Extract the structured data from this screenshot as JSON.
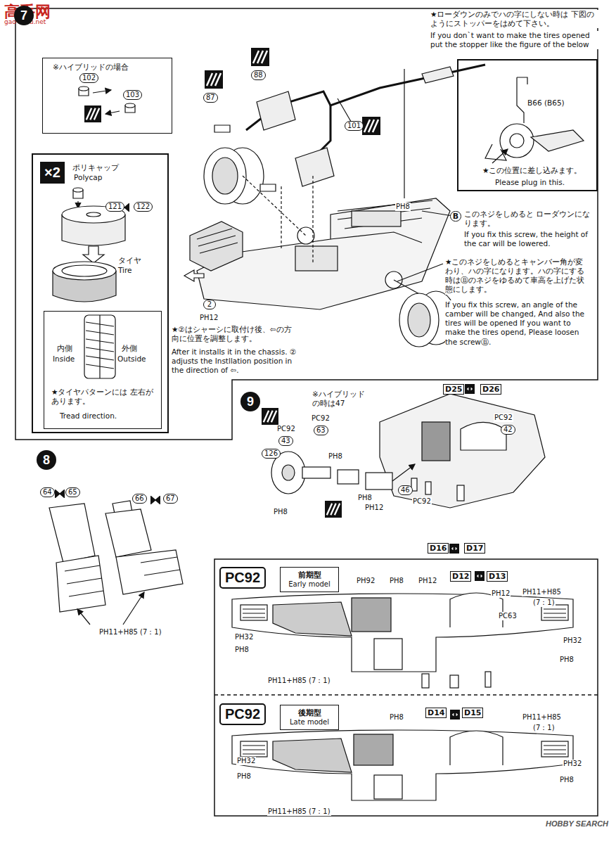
{
  "diagram": {
    "nodes": [
      {
        "text": [
          "※ハイブリッドの場合"
        ]
      },
      {
        "text": [
          "×2"
        ]
      },
      {
        "text": [
          "内側",
          "Inside",
          "外側",
          "Outside",
          "★タイヤパターンには 左右があります。",
          "Tread direction."
        ],
        "in": 1
      },
      {
        "text": [
          "B66 (B65)",
          "★この位置に差し込みます。",
          "Please plug in this."
        ]
      },
      {
        "text": [
          "前期型",
          "Early model"
        ]
      },
      {
        "text": [
          "後期型",
          "Late model"
        ]
      }
    ],
    "labels": [
      "高手网",
      "gao-shou.net",
      "7",
      "102",
      "103",
      "87",
      "88",
      "101",
      "★ローダウンのみでハの字にしない時は 下図のようにストッパーをはめて下さい。",
      "If you don`t want to make the tires opened put the stopper like the figure of the below",
      "PH8",
      "B",
      "このネジをしめると ローダウンになります。",
      "If you fix this screw, the height of the car will be lowered.",
      "★このネジをしめるとキャンバー角が変わり、ハの字になります。ハの字にする時はⒷのネジをゆるめて車高を上げた状態にします。",
      "If you fix this screw, an angle of the camber will be changed, And also the tires will be opened If you want to make the tires opend, Please loosen the screwⒷ.",
      "ポリキャップ",
      "Polycap",
      "121",
      "122",
      "タイヤ",
      "Tire",
      "2",
      "PH12",
      "★②はシャーシに取付け後、⇦の方向に位置を調整します。",
      "After it installs it in the chassis. ② adjusts the Instllation position in the direction of ⇦.",
      "8",
      "64",
      "65",
      "66",
      "67",
      "PH11+H85 (7：1)",
      "9",
      "※ハイブリッド の時は47",
      "PC92",
      "63",
      "PC92",
      "43",
      "126",
      "PH8",
      "PH8",
      "PH8",
      "PH12",
      "46",
      "PC92",
      "D25",
      "D26",
      "PC92",
      "42",
      "D16",
      "D17",
      "PC92",
      "PH92",
      "PH8",
      "PH12",
      "D12",
      "D13",
      "PH12",
      "PH11+H85",
      "(7：1)",
      "PC63",
      "PH32",
      "PH8",
      "PH32",
      "PH8",
      "PH11+H85 (7：1)",
      "PC92",
      "PH8",
      "D14",
      "D15",
      "PH11+H85",
      "(7：1)",
      "PH32",
      "PH8",
      "PH32",
      "PH8",
      "PH11+H85 (7：1)",
      "HOBBY SEARCH"
    ]
  }
}
